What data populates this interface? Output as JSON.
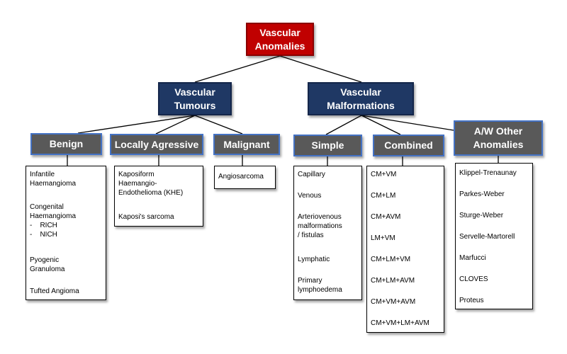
{
  "colors": {
    "root_fill": "#c00000",
    "tier1_fill": "#1f3864",
    "tier2_fill": "#595959",
    "tier2_border": "#4472c4",
    "list_border": "#000000"
  },
  "root": {
    "lines": [
      "Vascular",
      "Anomalies"
    ]
  },
  "tumours": {
    "lines": [
      "Vascular",
      "Tumours"
    ]
  },
  "malformations": {
    "lines": [
      "Vascular",
      "Malformations"
    ]
  },
  "benign": {
    "label": "Benign",
    "items": [
      [
        "Infantile",
        "Haemangioma"
      ],
      [
        "Congenital",
        "Haemangioma",
        "-    RICH",
        "-    NICH"
      ],
      [
        "Pyogenic",
        "Granuloma"
      ],
      [
        "Tufted Angioma"
      ]
    ]
  },
  "locally_agressive": {
    "label": "Locally Agressive",
    "items": [
      [
        "Kaposiform",
        "Haemangio-",
        "Endothelioma (KHE)"
      ],
      [
        "Kaposi's sarcoma"
      ]
    ]
  },
  "malignant": {
    "label": "Malignant",
    "items": [
      [
        "Angiosarcoma"
      ]
    ]
  },
  "simple": {
    "label": "Simple",
    "items": [
      [
        "Capillary"
      ],
      [
        "Venous"
      ],
      [
        "Arteriovenous",
        "malformations",
        "/ fistulas"
      ],
      [
        "Lymphatic"
      ],
      [
        "Primary",
        "lymphoedema"
      ]
    ]
  },
  "combined": {
    "label": "Combined",
    "items": [
      [
        "CM+VM"
      ],
      [
        "CM+LM"
      ],
      [
        "CM+AVM"
      ],
      [
        "LM+VM"
      ],
      [
        "CM+LM+VM"
      ],
      [
        "CM+LM+AVM"
      ],
      [
        "CM+VM+AVM"
      ],
      [
        "CM+VM+LM+AVM"
      ]
    ]
  },
  "other": {
    "lines": [
      "A/W Other",
      "Anomalies"
    ],
    "items": [
      [
        "Klippel-Trenaunay"
      ],
      [
        "Parkes-Weber"
      ],
      [
        "Sturge-Weber"
      ],
      [
        "Servelle-Martorell"
      ],
      [
        "Marfucci"
      ],
      [
        "CLOVES"
      ],
      [
        "Proteus"
      ]
    ]
  }
}
